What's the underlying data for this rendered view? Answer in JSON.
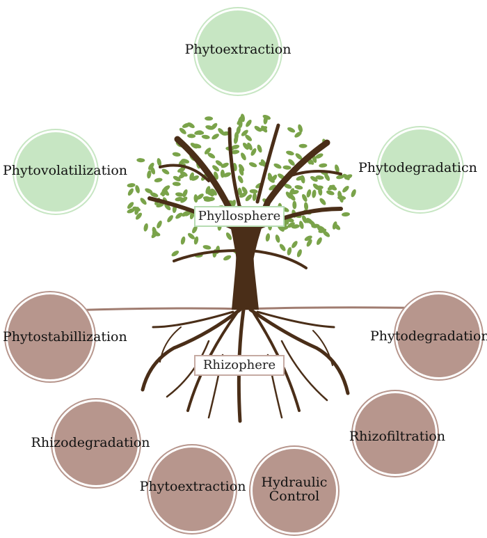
{
  "diagram": {
    "above_ground": {
      "label": "Phyllosphere",
      "processes": [
        "Phytoextraction",
        "Phytovolatilization",
        "Phytodegradaticn"
      ]
    },
    "below_ground": {
      "label": "Rhizophere",
      "processes": [
        "Phytostabillization",
        "Phytodegradation",
        "Rhizodegradation",
        "Rhizofiltration",
        "Phytoextraction",
        "Hydraulic Control"
      ]
    }
  },
  "colors": {
    "leaf_circle": "#c7e6c3",
    "root_circle": "#b7968d",
    "trunk": "#4a2e18",
    "leaf": "#7aa34a",
    "ground_line": "#a07c70"
  },
  "icons": [
    "tree-illustration",
    "roots-illustration"
  ]
}
